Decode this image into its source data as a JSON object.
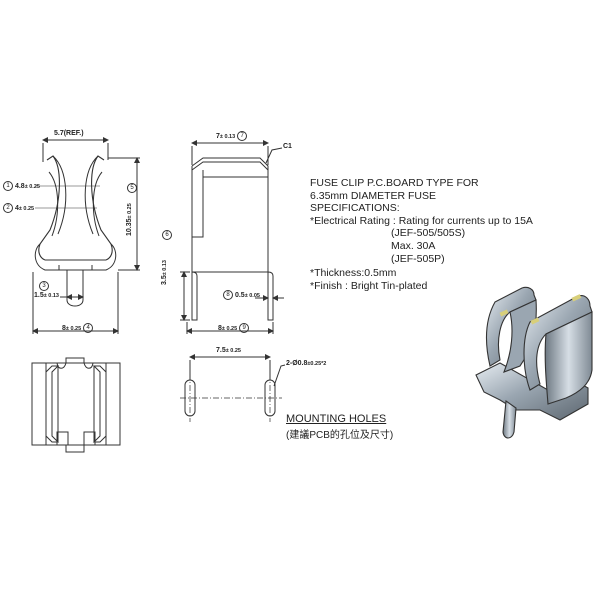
{
  "specs": {
    "title_line1": "FUSE CLIP P.C.BOARD TYPE FOR",
    "title_line2": "6.35mm DIAMETER FUSE",
    "heading": "SPECIFICATIONS:",
    "electrical_rating_label": "*Electrical Rating : Rating for currents up to 15A",
    "electrical_rating_model1": "(JEF-505/505S)",
    "electrical_rating_max": "Max. 30A",
    "electrical_rating_model2": "(JEF-505P)",
    "thickness": "*Thickness:0.5mm",
    "finish": "*Finish : Bright Tin-plated"
  },
  "front_view": {
    "top_width": "5.7(REF.)",
    "dim1": {
      "circle": "1",
      "value": "4.8",
      "tol": "± 0.25"
    },
    "dim2": {
      "circle": "2",
      "value": "4",
      "tol": "± 0.25"
    },
    "dim3": {
      "circle": "3",
      "value": "1.5",
      "tol": "± 0.13"
    },
    "dim4": {
      "circle": "4",
      "value": "8",
      "tol": "± 0.25"
    },
    "dim5": {
      "circle": "5",
      "value": "10.35",
      "tol": "± 0.25"
    }
  },
  "side_view": {
    "dim7": {
      "circle": "7",
      "value": "7",
      "tol": "± 0.13"
    },
    "chamfer": "C1",
    "dim6": {
      "circle": "6",
      "value": "3.5",
      "tol": "± 0.13"
    },
    "dim8": {
      "circle": "8",
      "value": "0.5",
      "tol": "± 0.05"
    },
    "dim9": {
      "circle": "9",
      "value": "8",
      "tol": "± 0.25"
    }
  },
  "mounting_holes": {
    "spacing": {
      "value": "7.5",
      "tol": "± 0.25"
    },
    "hole_callout": "2-Ø0.8",
    "hole_tol": "±0.25*2",
    "title": "MOUNTING HOLES",
    "subtitle": "(建議PCB的孔位及尺寸)"
  },
  "colors": {
    "line": "#333333",
    "metal_light": "#c9d3dc",
    "metal_mid": "#8f9ba6",
    "metal_dark": "#56606a",
    "tin_accent": "#d8cf7a"
  }
}
